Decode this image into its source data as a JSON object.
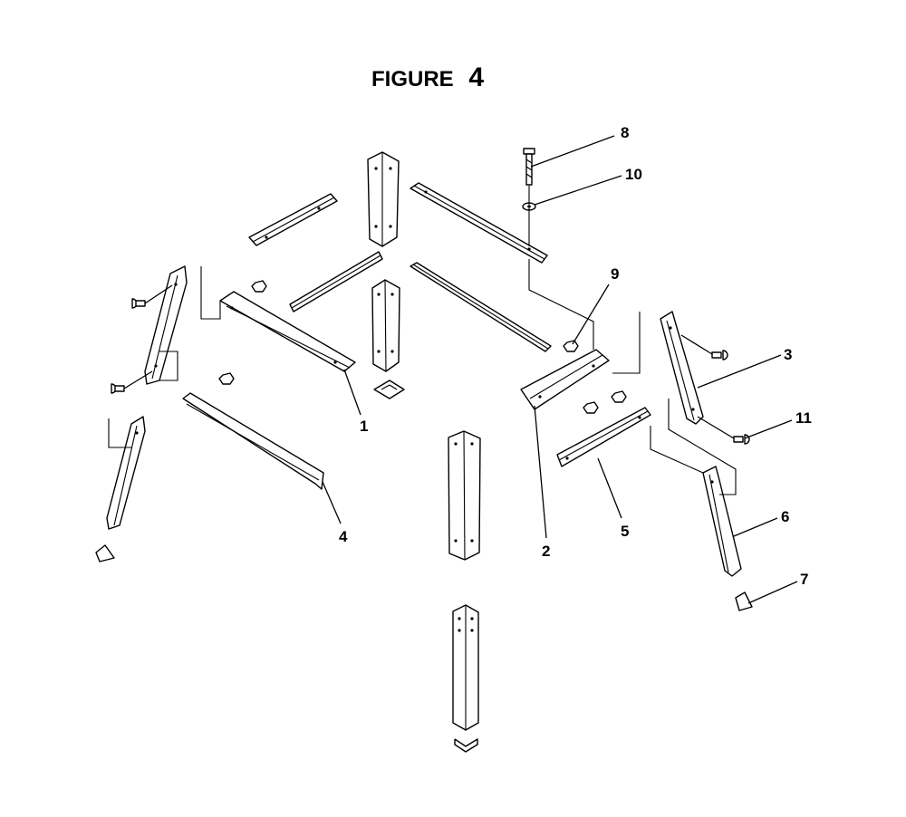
{
  "figure": {
    "label": "FIGURE",
    "number": "4"
  },
  "callouts": [
    "1",
    "2",
    "3",
    "4",
    "5",
    "6",
    "7",
    "8",
    "9",
    "10",
    "11"
  ],
  "colors": {
    "ink": "#000000",
    "paper": "#ffffff"
  }
}
